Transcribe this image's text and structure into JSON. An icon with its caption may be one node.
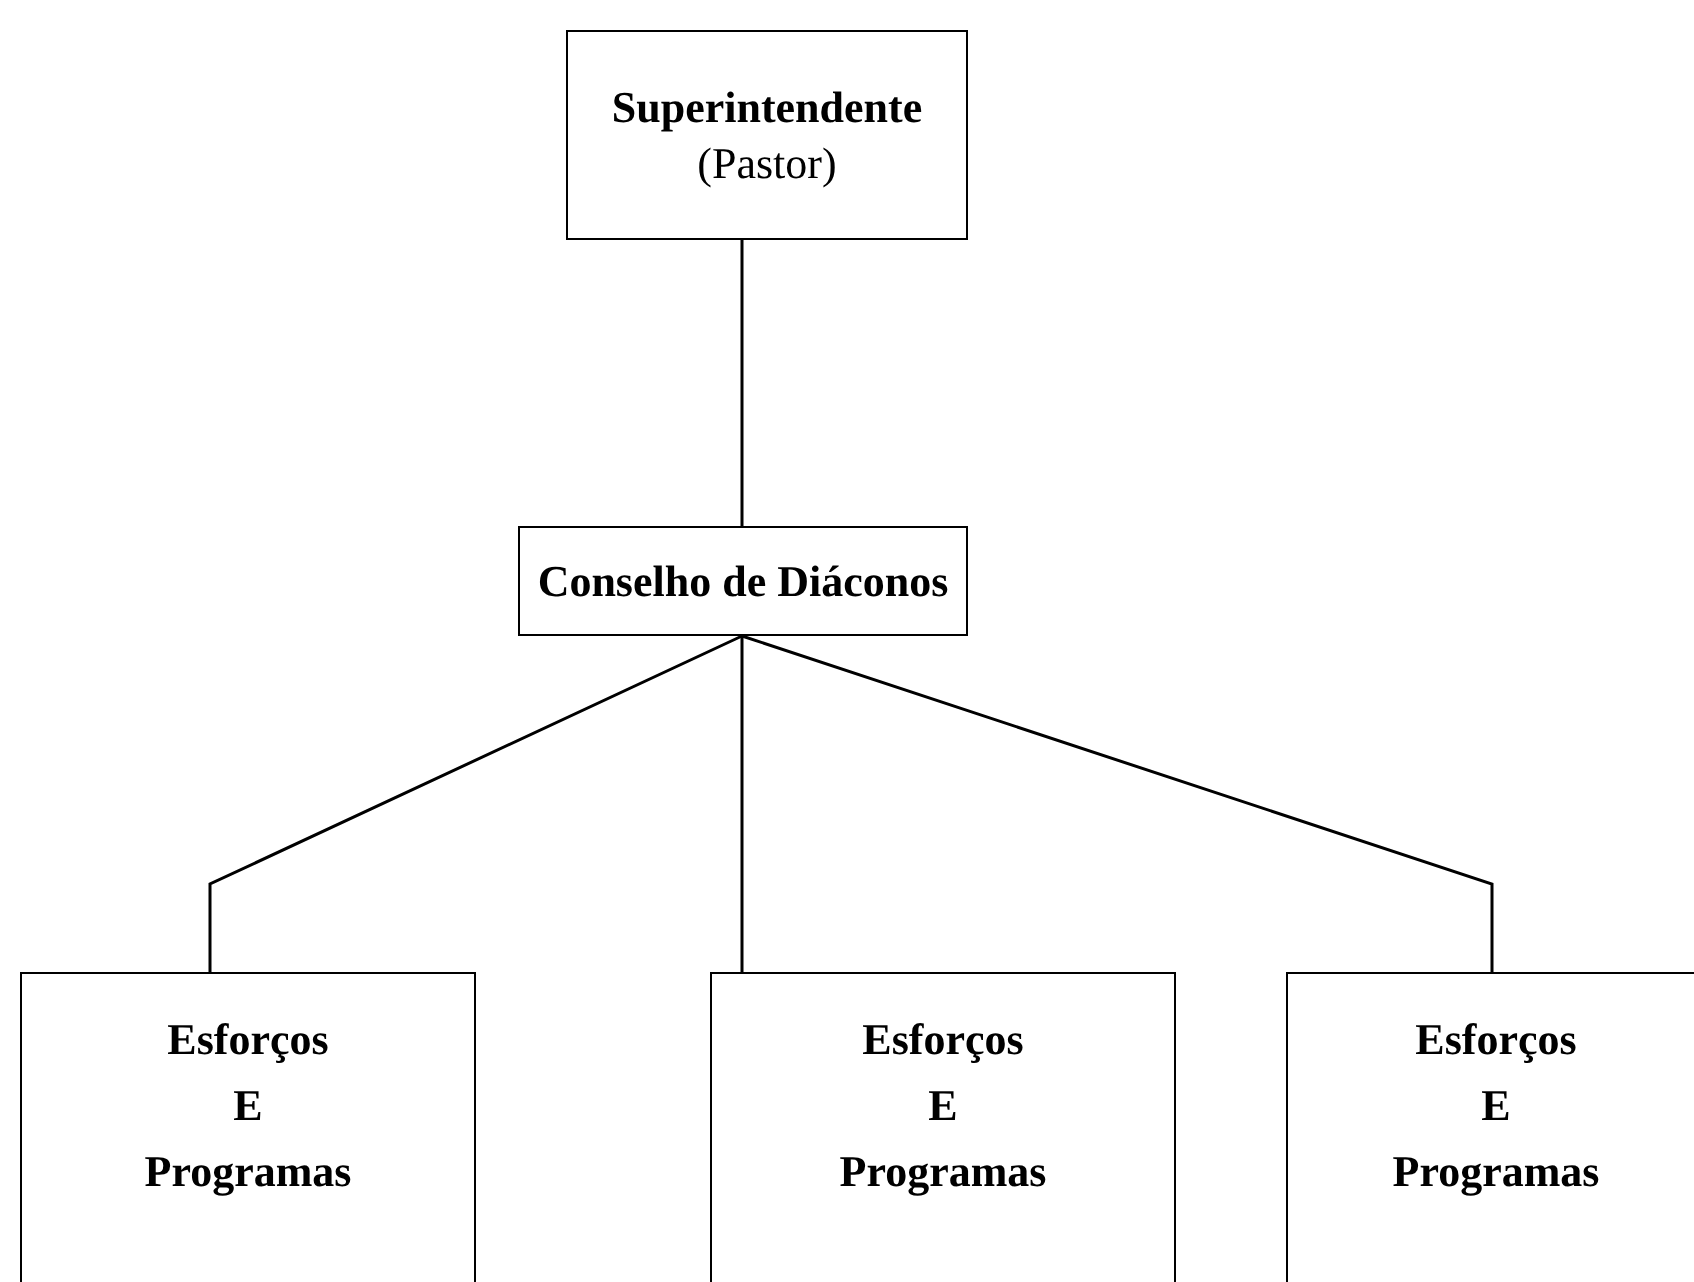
{
  "diagram": {
    "nodes": [
      {
        "text": [
          "Superintendente",
          "(Pastor)"
        ]
      },
      {
        "text": [
          "Conselho de Diáconos"
        ]
      },
      {
        "text": [
          "Esforços E Programas"
        ]
      },
      {
        "text": [
          "Esforços E Programas"
        ]
      },
      {
        "text": [
          "Esforços E Programas"
        ]
      }
    ],
    "edges": [
      {
        "from": 0,
        "to": 1,
        "arrow": "none"
      },
      {
        "from": 1,
        "to": 2,
        "arrow": "none"
      },
      {
        "from": 1,
        "to": 3,
        "arrow": "none"
      },
      {
        "from": 1,
        "to": 4,
        "arrow": "none"
      }
    ]
  }
}
